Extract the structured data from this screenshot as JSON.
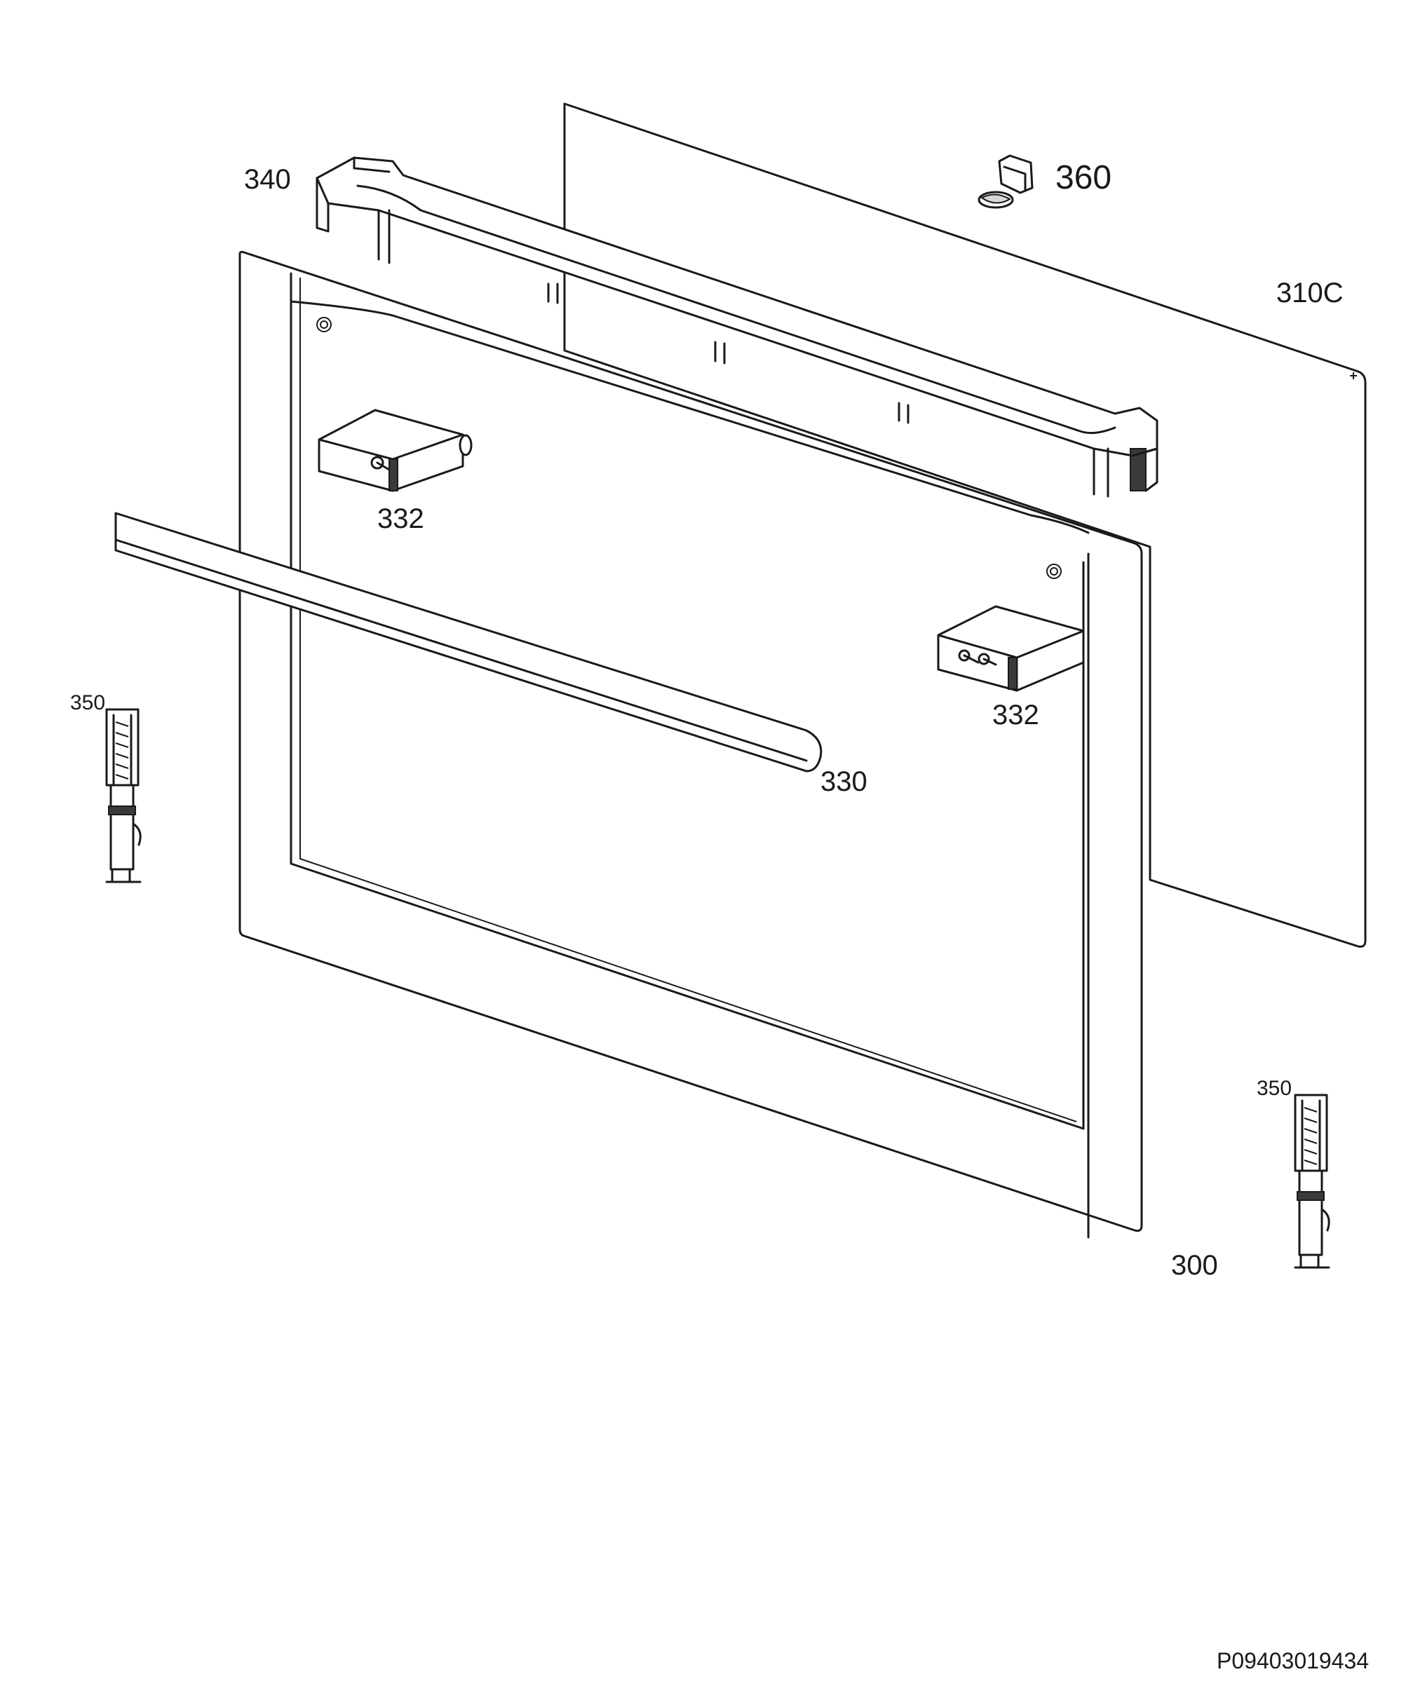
{
  "labels": {
    "p340": "340",
    "p360": "360",
    "p310c": "310C",
    "p332a": "332",
    "p332b": "332",
    "p330": "330",
    "p350a": "350",
    "p350b": "350",
    "p300": "300"
  },
  "drawing_code": "P09403019434",
  "colors": {
    "line": "#1a1a1a",
    "background": "#ffffff",
    "shade": "#d8d8d8"
  }
}
